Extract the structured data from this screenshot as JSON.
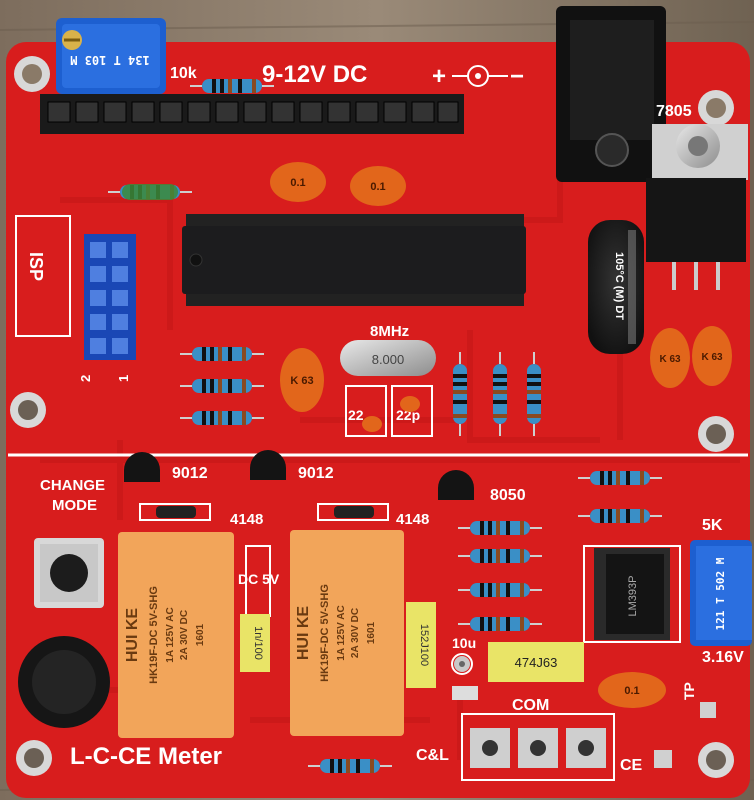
{
  "board": {
    "power_label": "9-12V DC",
    "title_label": "L-C-CE Meter",
    "isp_label": "ISP",
    "isp_pin_2": "2",
    "isp_pin_1": "1",
    "crystal_label": "8MHz",
    "crystal_marking": "8.000",
    "trimmer_left_label": "10k",
    "trimmer_left_marking": "134 T 103 M",
    "trimmer_right_label": "5K",
    "trimmer_right_marking": "121 T 502 M",
    "regulator_label": "7805",
    "change_mode_line1": "CHANGE",
    "change_mode_line2": "MODE",
    "transistor_1": "9012",
    "transistor_2": "9012",
    "transistor_3": "8050",
    "diode_1": "4148",
    "diode_2": "4148",
    "dc5v_label": "DC 5V",
    "cap_22p_a": "22",
    "cap_22p_b": "22p",
    "cap_10u": "10u",
    "cap_1n": "1n/100",
    "cap_152": "152J100",
    "cap_474": "474J63",
    "voltage_label": "3.16V",
    "tp_label": "TP",
    "com_label": "COM",
    "cl_label": "C&L",
    "ce_label": "CE",
    "small_cap_marking": "0.1",
    "tantalum_marking": "K 63",
    "electrolytic_marking": "105°C (M) DT"
  },
  "relay": {
    "brand": "HUI KE",
    "model": "HK19F-DC 5V-SHG",
    "rating_ac": "1A 125V AC",
    "rating_dc": "2A 30V DC",
    "date_code": "1601"
  },
  "chip_small": {
    "marking": "LM393P"
  },
  "colors": {
    "pcb": "#d81d1d",
    "pcb_dark": "#b91414",
    "silkscreen": "#ffffff",
    "chip": "#1c1c1e",
    "relay": "#f2a55a",
    "trimmer": "#1d5fd0",
    "resistor": "#3a8fc6",
    "ceramic_cap": "#e2661b",
    "film_cap": "#e9e467",
    "wood": "#8a7a68"
  }
}
